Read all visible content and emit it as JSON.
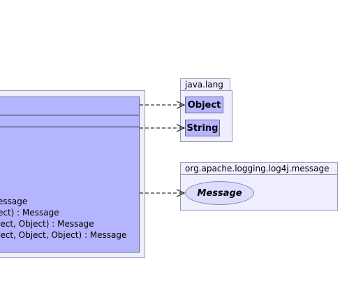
{
  "colors": {
    "package_fill": "#eeeeff",
    "package_border": "#9a9ab4",
    "class_fill": "#b4b4ff",
    "interface_fill": "#dcdcff"
  },
  "main_class": {
    "methods": [
      "essage",
      "ect) : Message",
      "ject, Object) : Message",
      "ject, Object, Object) : Message"
    ]
  },
  "packages": {
    "java_lang": {
      "name": "java.lang",
      "classes": [
        "Object",
        "String"
      ]
    },
    "log4j_message": {
      "name": "org.apache.logging.log4j.message",
      "interface": "Message"
    }
  }
}
